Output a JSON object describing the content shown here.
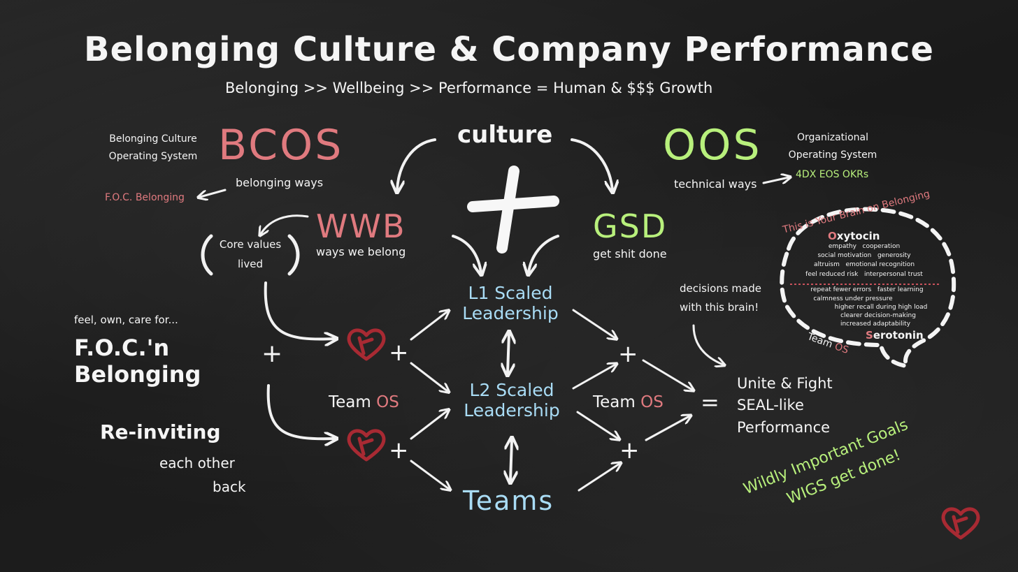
{
  "title": "Belonging Culture & Company Performance",
  "subtitle": "Belonging >> Wellbeing >> Performance = Human & $$$ Growth",
  "culture": "culture",
  "bcos": {
    "acronym": "BCOS",
    "desc_line1": "Belonging Culture",
    "desc_line2": "Operating System",
    "ways": "belonging ways",
    "foc": "F.O.C. Belonging"
  },
  "oos": {
    "acronym": "OOS",
    "desc_line1": "Organizational",
    "desc_line2": "Operating System",
    "ways": "technical ways",
    "frameworks": "4DX EOS OKRs"
  },
  "wwb": {
    "acronym": "WWB",
    "desc": "ways we belong"
  },
  "gsd": {
    "acronym": "GSD",
    "desc": "get shit done"
  },
  "core_values": {
    "line1": "Core values",
    "line2": "lived"
  },
  "left": {
    "feel": "feel, own, care for...",
    "foc_line1": "F.O.C.'n",
    "foc_line2": "Belonging",
    "reinviting": "Re-inviting",
    "each_other": "each other",
    "back": "back"
  },
  "plus": "+",
  "equals": "=",
  "team_os": {
    "team": "Team",
    "os": "OS"
  },
  "l1": {
    "line1": "L1 Scaled",
    "line2": "Leadership"
  },
  "l2": {
    "line1": "L2 Scaled",
    "line2": "Leadership"
  },
  "teams": "Teams",
  "result": {
    "line1": "Unite & Fight",
    "line2": "SEAL-like",
    "line3": "Performance"
  },
  "decisions": {
    "line1": "decisions made",
    "line2": "with this brain!"
  },
  "brain": {
    "title": "This is Your Brain on Belonging",
    "oxytocin_initial": "O",
    "oxytocin_rest": "xytocin",
    "oxy_rows": [
      "empathy   cooperation",
      "social motivation   generosity",
      "altruism   emotional recognition",
      "feel reduced risk   interpersonal trust"
    ],
    "sero_rows": [
      "repeat fewer errors   faster learning",
      "calmness under pressure",
      "higher recall during high load",
      "clearer decision-making",
      "increased adaptability"
    ],
    "serotonin_initial": "S",
    "serotonin_rest": "erotonin",
    "team": "Team",
    "os": "OS"
  },
  "wigs": {
    "line1": "Wildly Important Goals",
    "line2": "WIGS get done!"
  },
  "colors": {
    "pink": "#e07a7f",
    "green": "#b8f07c",
    "blue": "#a9dcf5",
    "heart": "#a82a33"
  }
}
